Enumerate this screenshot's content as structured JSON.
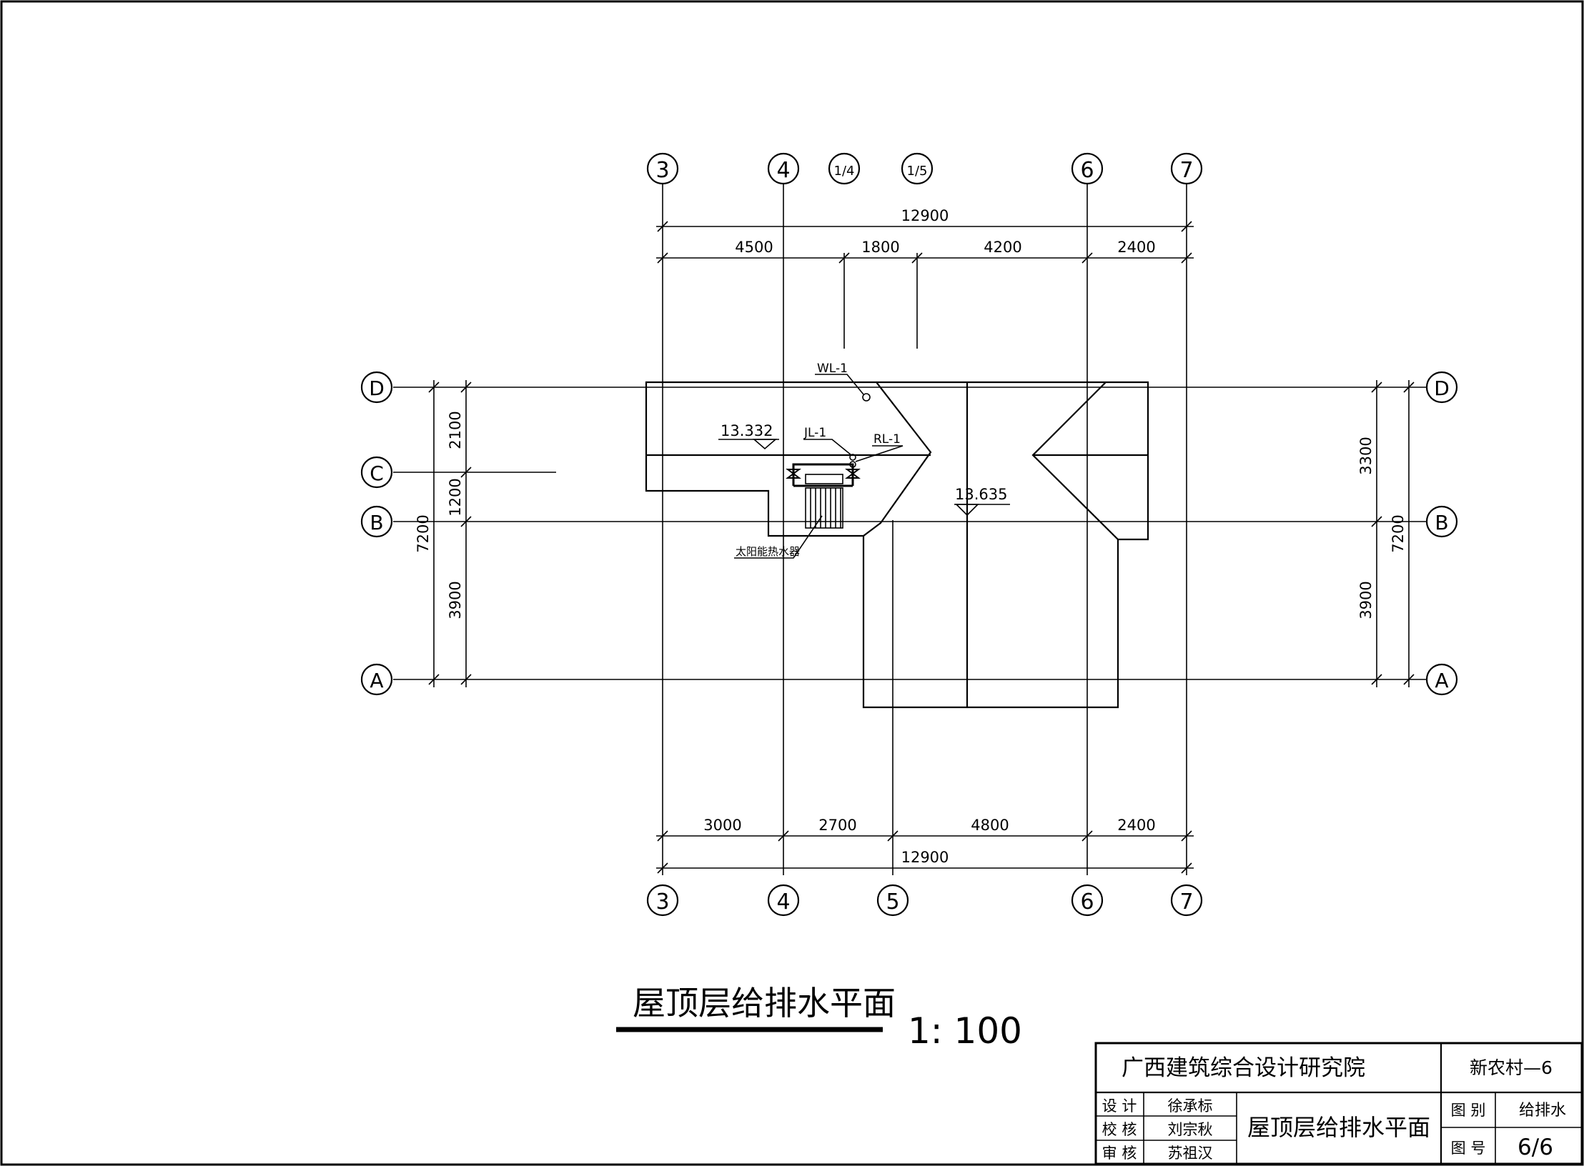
{
  "grid": {
    "top": [
      "3",
      "4",
      "1/4",
      "1/5",
      "6",
      "7"
    ],
    "bottom": [
      "3",
      "4",
      "5",
      "6",
      "7"
    ],
    "left": [
      "D",
      "C",
      "B",
      "A"
    ],
    "right": [
      "D",
      "B",
      "A"
    ]
  },
  "dims": {
    "top_total": "12900",
    "top_segments": [
      "4500",
      "1800",
      "4200",
      "2400"
    ],
    "bottom_total": "12900",
    "bottom_segments": [
      "3000",
      "2700",
      "4800",
      "2400"
    ],
    "left_total": "7200",
    "left_segments": [
      "2100",
      "1200",
      "3900"
    ],
    "right_total": "7200",
    "right_segments": [
      "3300",
      "3900"
    ]
  },
  "labels": {
    "wl": "WL-1",
    "jl": "JL-1",
    "rl": "RL-1",
    "elev1": "13.332",
    "elev2": "13.635",
    "heater": "太阳能热水器"
  },
  "title": {
    "main": "屋顶层给排水平面",
    "scale": "1: 100"
  },
  "titleblock": {
    "company": "广西建筑综合设计研究院",
    "project": "新农村—6",
    "r1_label": "设 计",
    "r1_name": "徐承标",
    "r2_label": "校 核",
    "r2_name": "刘宗秋",
    "r3_label": "审 核",
    "r3_name": "苏祖汉",
    "drawing": "屋顶层给排水平面",
    "cat_label": "图 别",
    "cat_value": "给排水",
    "no_label": "图 号",
    "no_value": "6/6"
  }
}
